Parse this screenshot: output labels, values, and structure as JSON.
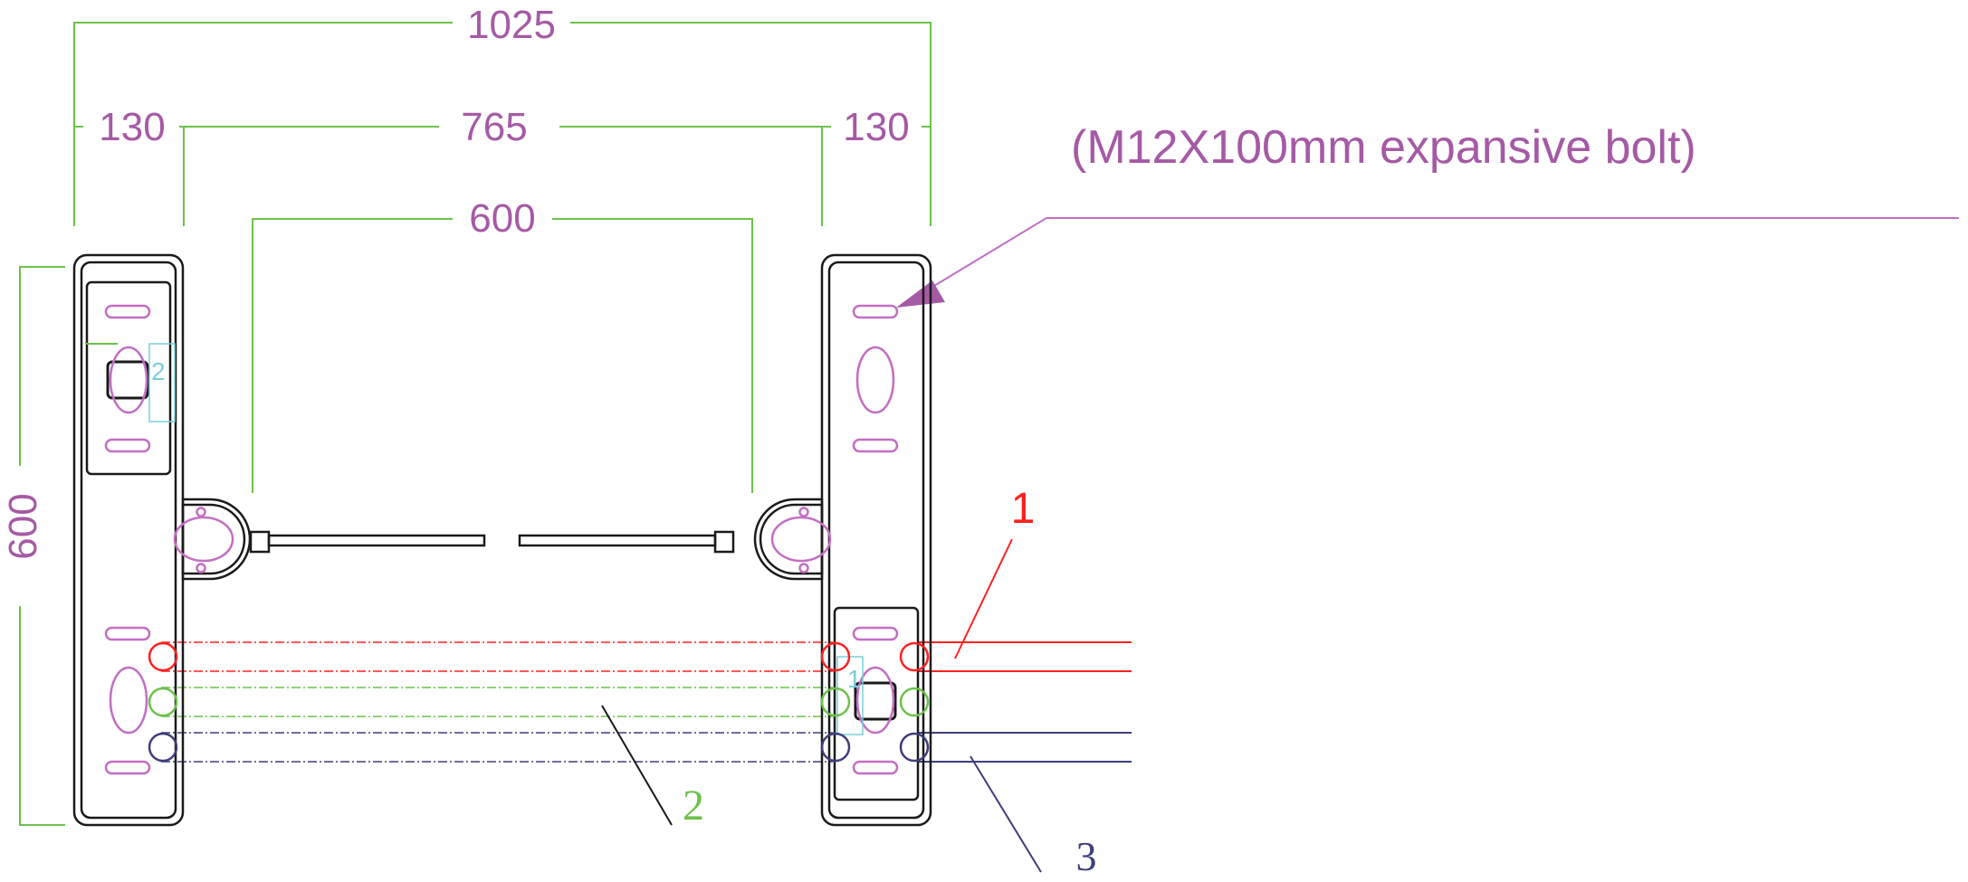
{
  "dimensions": {
    "overall_width": "1025",
    "left_cabinet_width": "130",
    "gap_between_cabinets": "765",
    "right_cabinet_width": "130",
    "passage_width": "600",
    "cabinet_length": "600"
  },
  "annotations": {
    "bolt_note": "(M12X100mm expansive bolt)",
    "callout_1": "1",
    "callout_2": "2",
    "callout_3": "3",
    "inner_label_left": "2",
    "inner_label_right": "1"
  },
  "colors": {
    "dimension_lines": "#6cc24a",
    "dimension_text": "#a55aa5",
    "outline": "#1a1a1a",
    "bolt_holes": "#c36ec3",
    "cable_1": "#ff2020",
    "cable_2": "#6cc24a",
    "cable_3": "#3e3e7a",
    "reader_outline": "#7ad0d8"
  }
}
